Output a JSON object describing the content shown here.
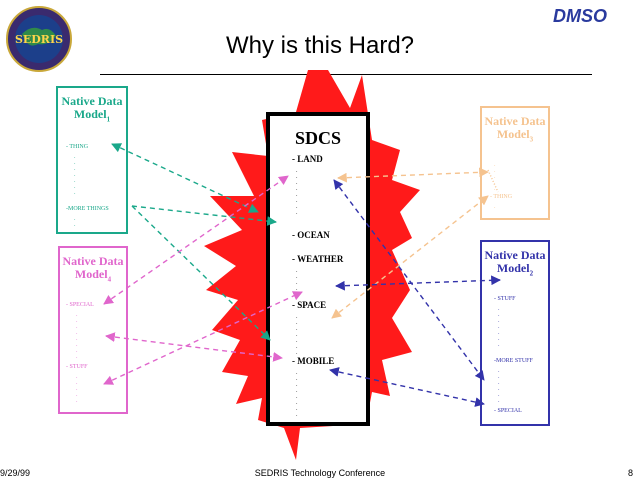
{
  "slide": {
    "title": "Why is this Hard?",
    "footer_left": "9/29/99",
    "footer_center": "SEDRIS Technology Conference",
    "page_number": "8"
  },
  "logos": {
    "left_text": "SEDRIS",
    "right_text": "DMSO"
  },
  "sdcs": {
    "title": "SDCS",
    "items": [
      "- LAND",
      "- OCEAN",
      "- WEATHER",
      "- SPACE",
      "- MOBILE"
    ]
  },
  "models": {
    "m1": {
      "title": "Native Data Model",
      "sub": "1",
      "items": [
        "- THING",
        "-MORE THINGS"
      ]
    },
    "m2": {
      "title": "Native Data Model",
      "sub": "2",
      "items": [
        "- STUFF",
        "-MORE STUFF",
        "- SPECIAL"
      ]
    },
    "m3": {
      "title": "Native Data Model",
      "sub": "3",
      "items": [
        "- THING"
      ]
    },
    "m4": {
      "title": "Native Data Model",
      "sub": "4",
      "items": [
        "- SPECIAL",
        "- STUFF"
      ]
    }
  },
  "colors": {
    "m1": "#1aa88a",
    "m2": "#3333aa",
    "m3": "#f5c38f",
    "m4": "#e066cc",
    "burst": "#ff1a1a",
    "sdcs_border": "#000000"
  }
}
